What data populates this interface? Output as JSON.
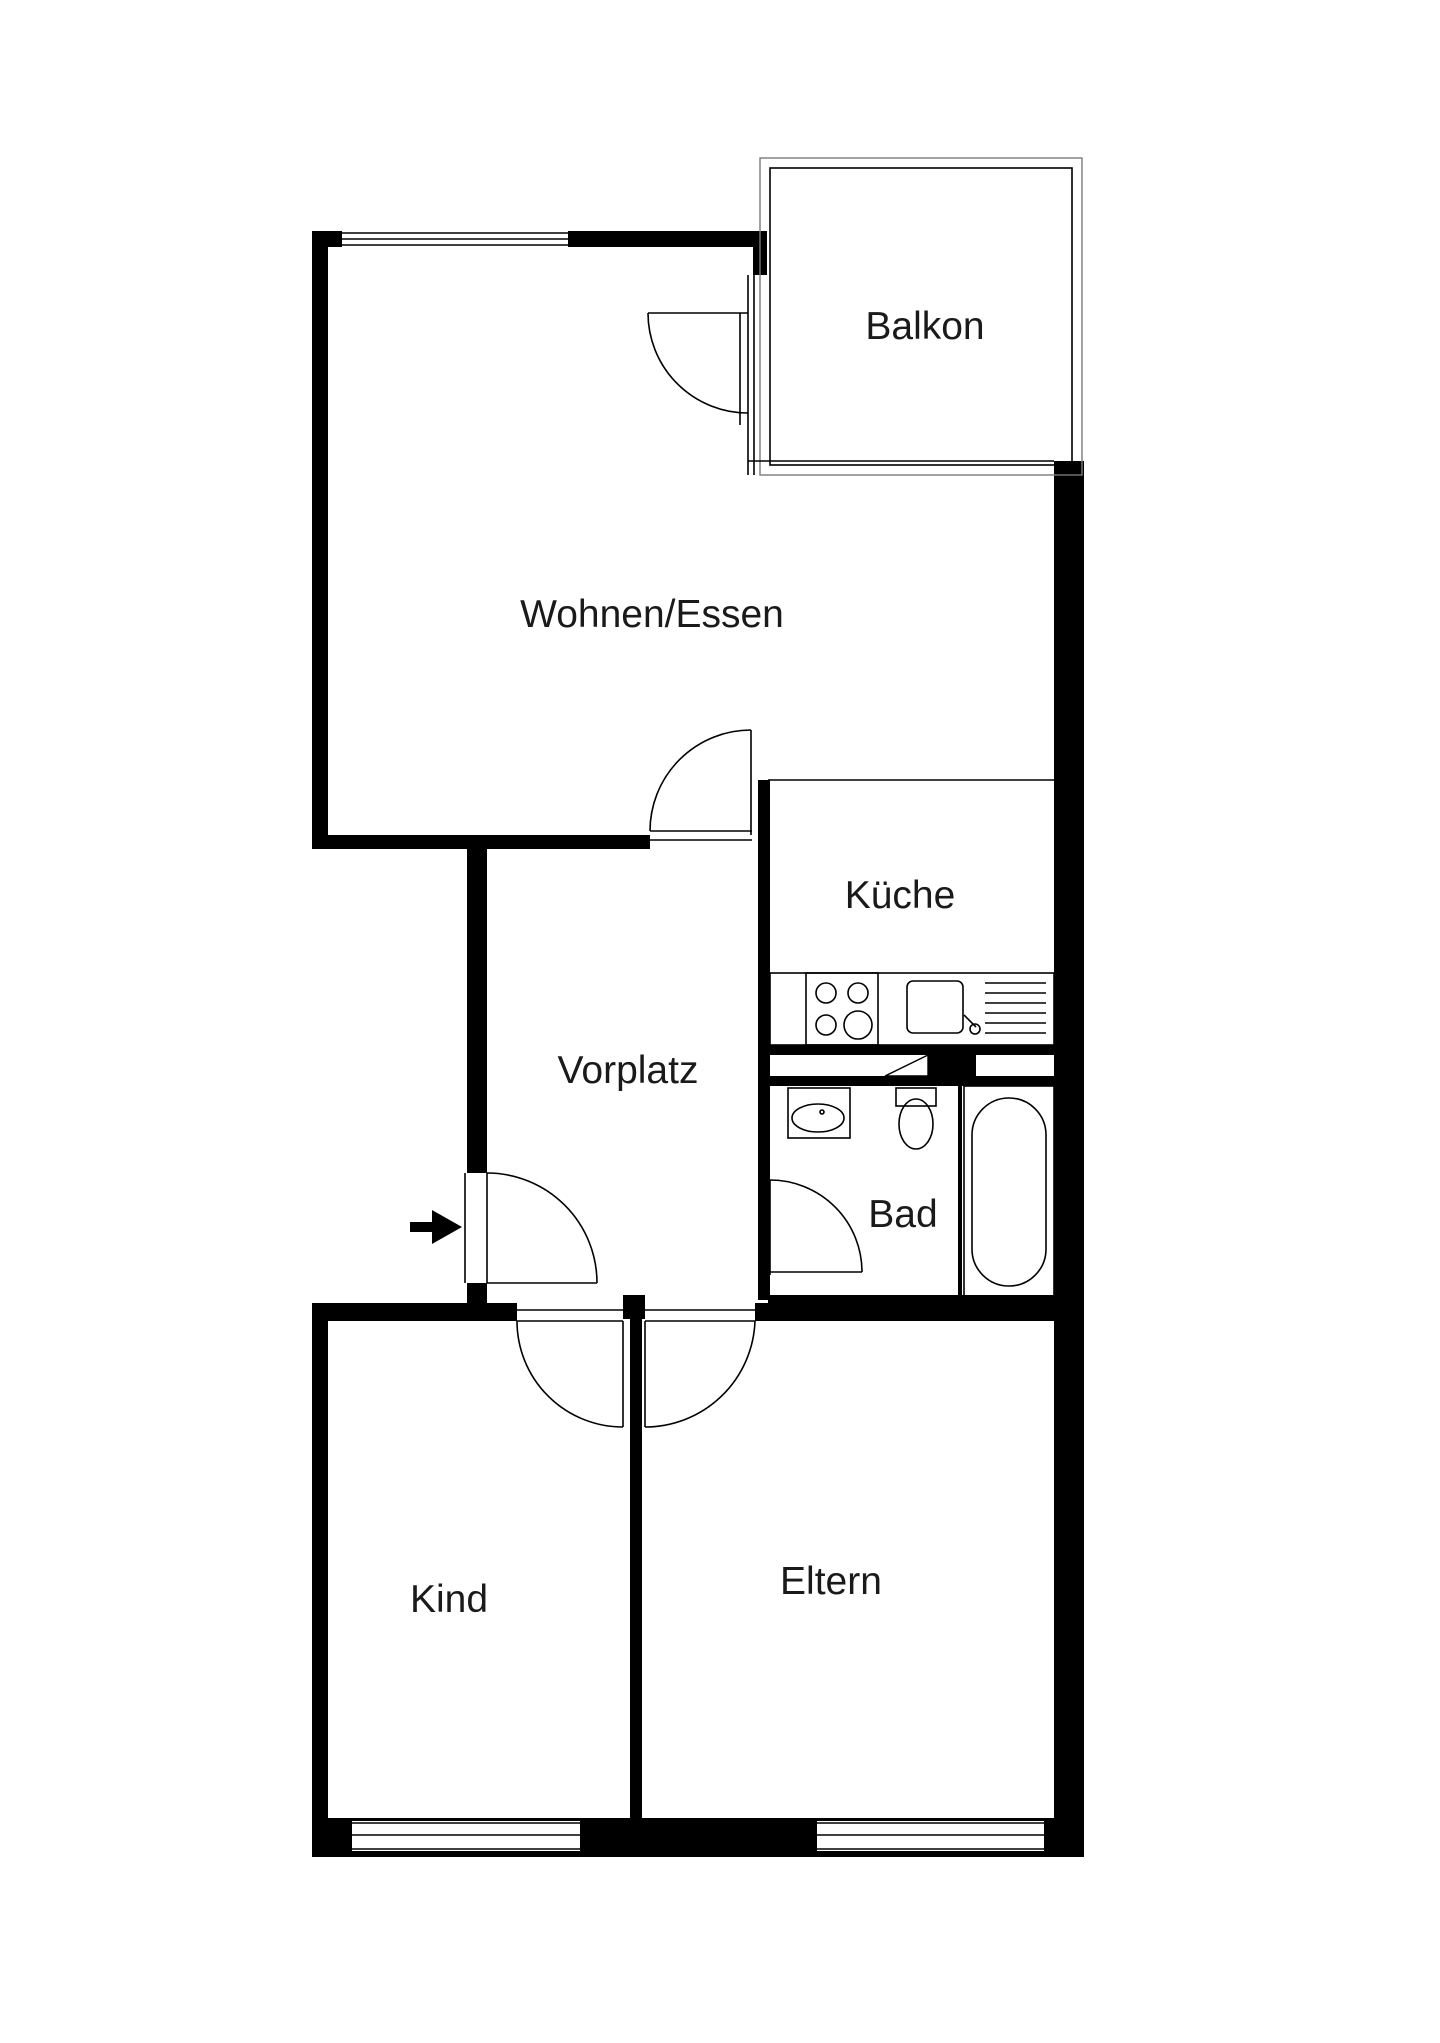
{
  "plan": {
    "rooms": {
      "balkon": "Balkon",
      "wohnen_essen": "Wohnen/Essen",
      "kueche": "Küche",
      "vorplatz": "Vorplatz",
      "bad": "Bad",
      "kind": "Kind",
      "eltern": "Eltern"
    },
    "colors": {
      "wall": "#000000",
      "background": "#ffffff",
      "label": "#1a1a1a"
    },
    "icons": {
      "entrance": "arrow-right-icon"
    }
  }
}
